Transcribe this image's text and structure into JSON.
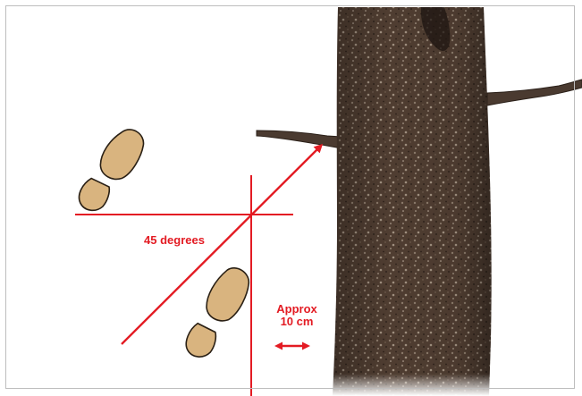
{
  "annotations": {
    "angle_label": "45 degrees",
    "distance_label_line1": "Approx",
    "distance_label_line2": "10 cm"
  },
  "colors": {
    "accent_red": "#e31b23",
    "footprint_fill": "#d9b47f",
    "footprint_outline": "#2a2015",
    "bark": "#4b3a2f",
    "frame": "#bdbdbd"
  },
  "icons": {
    "footprint_upper": "shoe-print-icon",
    "footprint_lower": "shoe-print-icon",
    "double_arrow": "double-headed-arrow-icon"
  }
}
